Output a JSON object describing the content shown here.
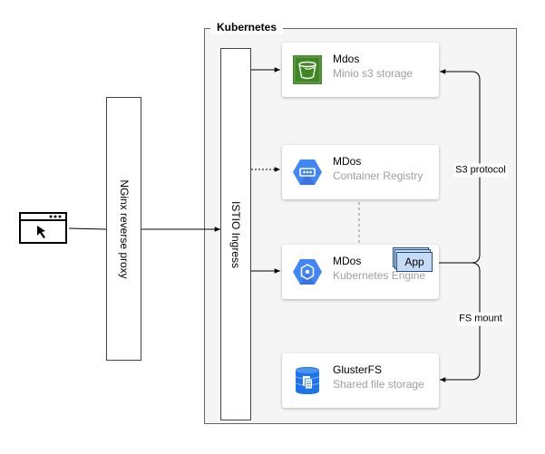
{
  "group": {
    "label": "Kubernetes"
  },
  "nginx": {
    "label": "NGinx reverse proxy"
  },
  "istio": {
    "label": "ISTIO Ingress"
  },
  "cards": {
    "minio": {
      "title": "Mdos",
      "subtitle": "Minio s3 storage",
      "icon": "bucket-icon"
    },
    "registry": {
      "title": "MDos",
      "subtitle": "Container Registry",
      "icon": "container-registry-icon"
    },
    "engine": {
      "title": "MDos",
      "subtitle": "Kubernetes Engine",
      "icon": "kubernetes-engine-icon"
    },
    "gluster": {
      "title": "GlusterFS",
      "subtitle": "Shared file storage",
      "icon": "file-storage-icon"
    }
  },
  "app": {
    "label": "App"
  },
  "edges": {
    "s3": "S3 protocol",
    "fs": "FS mount"
  },
  "icons": {
    "browser": "browser-window-icon"
  },
  "colors": {
    "gcp_blue": "#4285f4",
    "minio_green": "#3f8624",
    "app_fill": "#c6dbf7"
  }
}
